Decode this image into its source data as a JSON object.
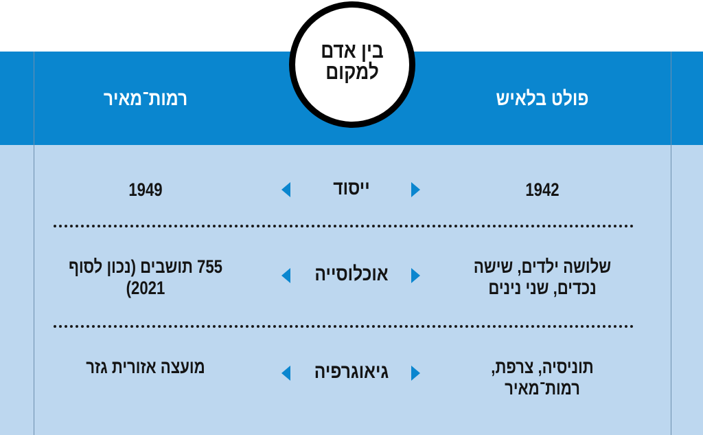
{
  "badge": {
    "title": "בין אדם למקום"
  },
  "columns": {
    "right": "פולט בלאיש",
    "left": "רמות־מאיר"
  },
  "rows": [
    {
      "label": "ייסוד",
      "right": "1942",
      "left": "1949"
    },
    {
      "label": "אוכלוסייה",
      "right": "שלושה ילדים, שישה נכדים, שני נינים",
      "left": "755 תושבים (נכון לסוף 2021)"
    },
    {
      "label": "גיאוגרפיה",
      "right": "תוניסיה, צרפת, רמות־מאיר",
      "left": "מועצה אזורית גזר"
    }
  ],
  "colors": {
    "header": "#0a86cf",
    "body": "#bdd7ef"
  }
}
